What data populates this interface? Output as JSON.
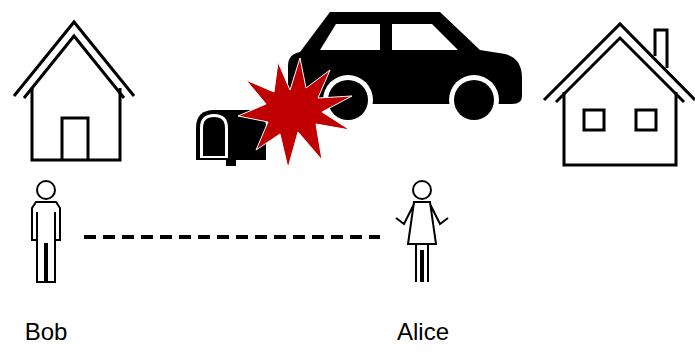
{
  "diagram": {
    "nodes": [
      {
        "text": [
          "Bob"
        ]
      },
      {
        "text": [
          "Alice"
        ]
      }
    ],
    "edges": [
      {
        "from": 0,
        "to": 1,
        "arrow": "none"
      }
    ]
  }
}
